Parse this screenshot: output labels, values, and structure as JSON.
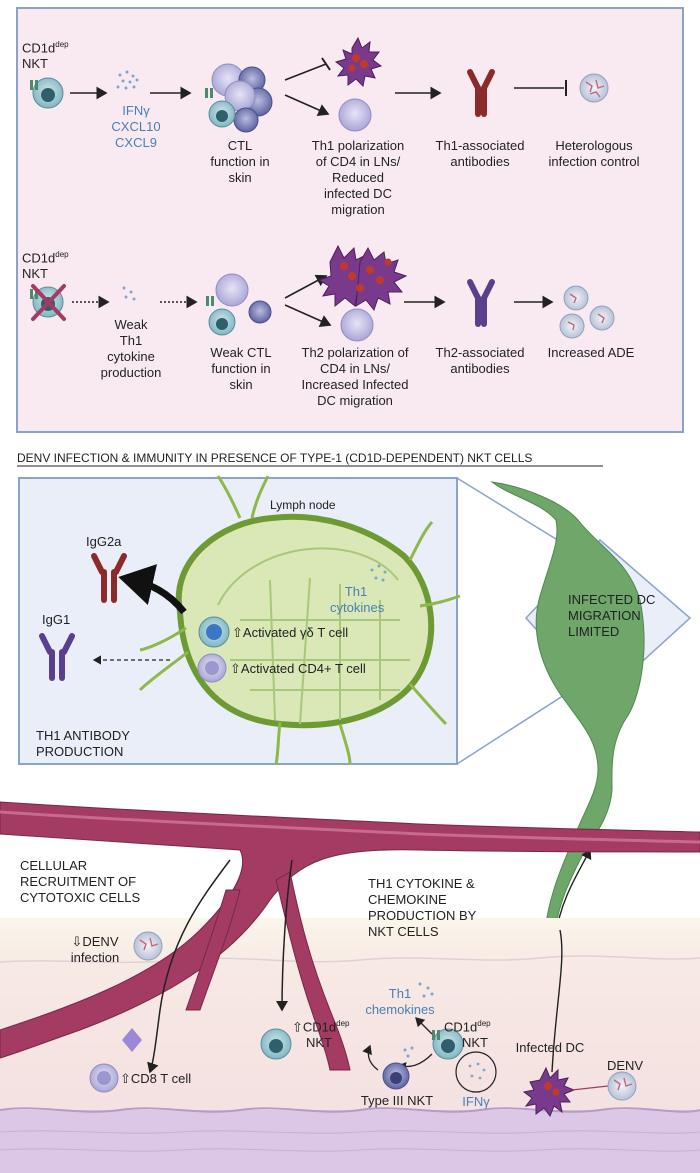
{
  "top_panel": {
    "row1": {
      "nkt_label": "CD1d",
      "nkt_sup": "dep",
      "nkt_label2": "NKT",
      "cytokines": [
        "IFNγ",
        "CXCL10",
        "CXCL9"
      ],
      "ctl": [
        "CTL",
        "function in",
        "skin"
      ],
      "th1_polarization": [
        "Th1 polarization",
        "of CD4 in LNs/",
        "Reduced",
        "infected DC",
        "migration"
      ],
      "antibodies": [
        "Th1-associated",
        "antibodies"
      ],
      "outcome": [
        "Heterologous",
        "infection control"
      ]
    },
    "row2": {
      "nkt_label": "CD1d",
      "nkt_sup": "dep",
      "nkt_label2": "NKT",
      "weak_cytokine": [
        "Weak",
        "Th1",
        "cytokine",
        "production"
      ],
      "weak_ctl": [
        "Weak CTL",
        "function in",
        "skin"
      ],
      "th2_polarization": [
        "Th2 polarization of",
        "CD4 in LNs/",
        "Increased Infected",
        "DC migration"
      ],
      "antibodies": [
        "Th2-associated",
        "antibodies"
      ],
      "outcome": "Increased ADE"
    }
  },
  "section_title": "DENV INFECTION & IMMUNITY IN PRESENCE OF TYPE-1 (CD1D-DEPENDENT) NKT CELLS",
  "lymph_panel": {
    "title": "Lymph node",
    "igg2a": "IgG2a",
    "igg1": "IgG1",
    "th1_cytokines": [
      "Th1",
      "cytokines"
    ],
    "gd_t_cell": "⇧Activated γδ T cell",
    "cd4_t_cell": "⇧Activated CD4+ T cell",
    "production": [
      "TH1 ANTIBODY",
      "PRODUCTION"
    ]
  },
  "dc_migration": [
    "INFECTED DC",
    "MIGRATION",
    "LIMITED"
  ],
  "bottom": {
    "cellular_recruitment": [
      "CELLULAR",
      "RECRUITMENT OF",
      "CYTOTOXIC CELLS"
    ],
    "th1_production": [
      "TH1 CYTOKINE &",
      "CHEMOKINE",
      "PRODUCTION BY",
      "NKT CELLS"
    ],
    "denv_infection": [
      "⇩DENV",
      "infection"
    ],
    "cd8": "⇧CD8 T cell",
    "cd1d_nkt_up": "⇧CD1d",
    "cd1d_nkt_up_sup": "dep",
    "nkt": "NKT",
    "th1_chemokines": [
      "Th1",
      "chemokines"
    ],
    "cd1d_nkt": "CD1d",
    "cd1d_nkt_sup": "dep",
    "type3_nkt": "Type III NKT",
    "ifng": "IFNγ",
    "infected_dc": "Infected DC",
    "denv": "DENV"
  },
  "colors": {
    "panel_bg": "#f9eaf2",
    "panel_border": "#8aa3c9",
    "lymph_bg": "#e9eef8",
    "vessel": "#a33b63",
    "lymph_green": "#8fb84a",
    "dc_purple": "#7a3a8c",
    "th1_red": "#8b2a2a",
    "th2_purple": "#5a3f8f",
    "text_blue": "#4a7fb5"
  }
}
